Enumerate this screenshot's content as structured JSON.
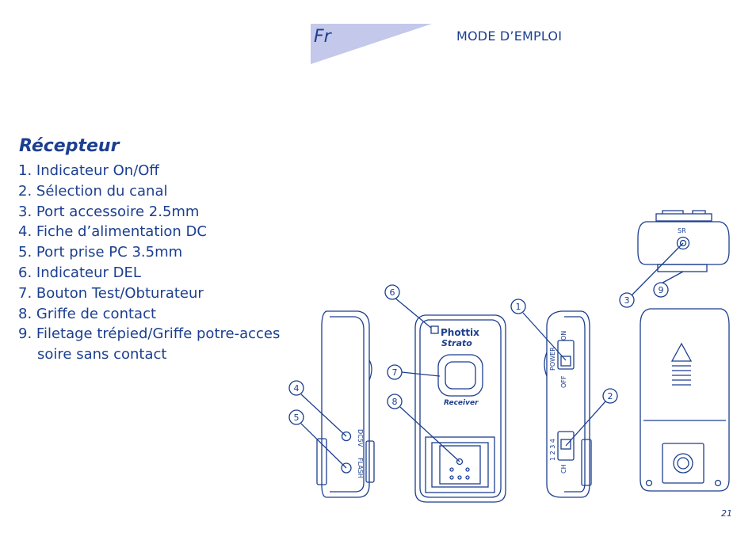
{
  "header": {
    "lang": "Fr",
    "title": "MODE D’EMPLOI",
    "tab_color": "#c4c8ea"
  },
  "section": {
    "title": "Récepteur",
    "items": [
      "1. Indicateur On/Off",
      "2. Sélection du canal",
      "3. Port accessoire 2.5mm",
      "4. Fiche d’alimentation DC",
      "5. Port prise PC 3.5mm",
      "6. Indicateur DEL",
      "7. Bouton Test/Obturateur",
      "8. Griffe de contact"
    ],
    "item9_line1": "9. Filetage trépied/Griffe potre-acces",
    "item9_line2": "soire sans contact"
  },
  "diagram": {
    "brand": "Phottix",
    "model": "Strato",
    "receiver": "Receiver",
    "sr": "SR",
    "power": "POWER",
    "on": "ON",
    "off": "OFF",
    "ch": "CH",
    "channels": "1 2 3 4",
    "dc5v": "DC5V",
    "flash": "FLASH",
    "callouts": [
      "1",
      "2",
      "3",
      "4",
      "5",
      "6",
      "7",
      "8",
      "9"
    ],
    "line_color": "#1c3f8f"
  },
  "footer": {
    "page_number": "21"
  }
}
